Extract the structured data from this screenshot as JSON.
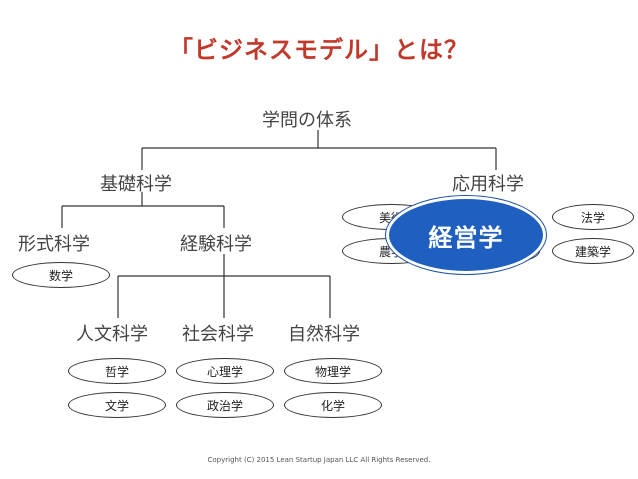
{
  "title": "「ビジネスモデル」とは？",
  "nodes": {
    "root": "学問の体系",
    "basic": "基礎科学",
    "applied": "応用科学",
    "formal": "形式科学",
    "empirical": "経験科学",
    "humanities": "人文科学",
    "social": "社会科学",
    "natural": "自然科学"
  },
  "pills": {
    "math": "数学",
    "philosophy": "哲学",
    "literature": "文学",
    "psychology": "心理学",
    "politics": "政治学",
    "physics": "物理学",
    "chemistry": "化学",
    "art_partial": "美術",
    "law_partial": "法学",
    "agriculture": "農学",
    "architecture": "建築学"
  },
  "highlight": "経営学",
  "colors": {
    "title": "#c0392b",
    "highlight_fill": "#1f5fbf"
  },
  "copyright": "Copyright (C) 2015 Lean Startup Japan LLC All Rights Reserved."
}
